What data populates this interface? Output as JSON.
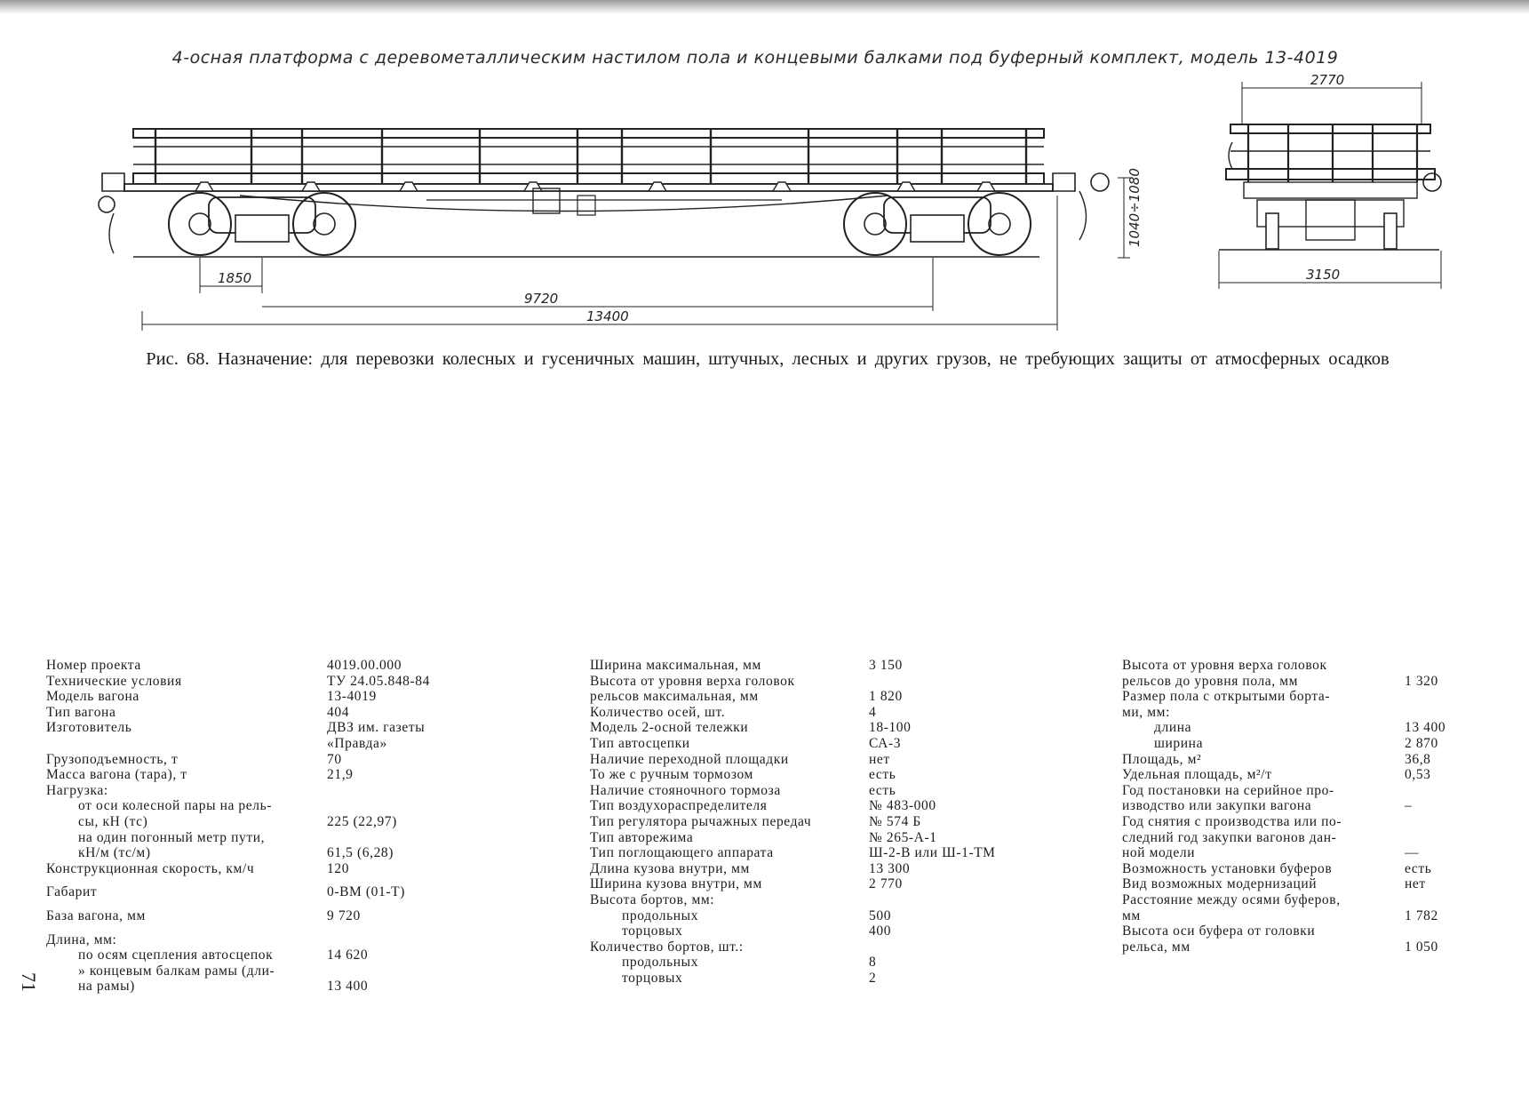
{
  "drawing": {
    "title": "4-осная платформа с деревометаллическим настилом пола и концевыми балками под буферный комплект, модель 13-4019",
    "dims": {
      "width_top": "2770",
      "height": "1040÷1080",
      "bogie_base": "1850",
      "wagon_base": "9720",
      "length": "13400",
      "width_bottom": "3150"
    }
  },
  "caption": "Рис. 68. Назначение: для перевозки колесных и гусеничных машин, штучных, лесных и других грузов, не требующих защиты от атмосферных осадков",
  "page_number": "71",
  "specs": {
    "col1": [
      {
        "label": "Номер проекта",
        "value": "4019.00.000"
      },
      {
        "label": "Технические условия",
        "value": "ТУ 24.05.848-84"
      },
      {
        "label": "Модель вагона",
        "value": "13-4019"
      },
      {
        "label": "Тип вагона",
        "value": "404"
      },
      {
        "label": "Изготовитель",
        "value": "ДВЗ им. газеты"
      },
      {
        "label": "",
        "value": "«Правда»"
      },
      {
        "label": "Грузоподъемность, т",
        "value": "70"
      },
      {
        "label": "Масса вагона (тара), т",
        "value": "21,9"
      },
      {
        "label": "Нагрузка:",
        "value": ""
      },
      {
        "label": "от оси колесной пары на рель-",
        "value": "",
        "indent": true
      },
      {
        "label": "сы, кН (тс)",
        "value": "225 (22,97)",
        "indent": true
      },
      {
        "label": "на один погонный метр пути,",
        "value": "",
        "indent": true
      },
      {
        "label": "кН/м (тс/м)",
        "value": "61,5 (6,28)",
        "indent": true
      },
      {
        "label": "Конструкционная скорость, км/ч",
        "value": "120"
      },
      {
        "label": "Габарит",
        "value": "0-ВМ (01-Т)",
        "gap": true
      },
      {
        "label": "База вагона, мм",
        "value": "9 720",
        "gap": true
      },
      {
        "label": "Длина, мм:",
        "value": "",
        "gap": true
      },
      {
        "label": "по осям сцепления автосцепок",
        "value": "14 620",
        "indent": true
      },
      {
        "label": "» концевым балкам рамы (дли-",
        "value": "",
        "indent": true
      },
      {
        "label": "на рамы)",
        "value": "13 400",
        "indent": true
      }
    ],
    "col2": [
      {
        "label": "Ширина максимальная, мм",
        "value": "3 150"
      },
      {
        "label": "Высота от уровня верха головок",
        "value": ""
      },
      {
        "label": "рельсов максимальная, мм",
        "value": "1 820"
      },
      {
        "label": "Количество осей, шт.",
        "value": "4"
      },
      {
        "label": "Модель 2-осной тележки",
        "value": "18-100"
      },
      {
        "label": "Тип автосцепки",
        "value": "СА-3"
      },
      {
        "label": "Наличие переходной площадки",
        "value": "нет"
      },
      {
        "label": "То же с ручным тормозом",
        "value": "есть"
      },
      {
        "label": "Наличие стояночного тормоза",
        "value": "есть"
      },
      {
        "label": "Тип воздухораспределителя",
        "value": "№ 483-000"
      },
      {
        "label": "Тип регулятора рычажных передач",
        "value": "№ 574 Б"
      },
      {
        "label": "Тип авторежима",
        "value": "№ 265-А-1"
      },
      {
        "label": "Тип поглощающего аппарата",
        "value": "Ш-2-В или Ш-1-ТМ"
      },
      {
        "label": "Длина кузова внутри, мм",
        "value": "13 300"
      },
      {
        "label": "Ширина кузова внутри, мм",
        "value": "2 770"
      },
      {
        "label": "Высота бортов, мм:",
        "value": ""
      },
      {
        "label": "продольных",
        "value": "500",
        "indent": true
      },
      {
        "label": "торцовых",
        "value": "400",
        "indent": true
      },
      {
        "label": "Количество бортов, шт.:",
        "value": ""
      },
      {
        "label": "продольных",
        "value": "8",
        "indent": true
      },
      {
        "label": "торцовых",
        "value": "2",
        "indent": true
      }
    ],
    "col3": [
      {
        "label": "Высота от уровня верха головок",
        "value": ""
      },
      {
        "label": "рельсов до уровня пола, мм",
        "value": "1 320"
      },
      {
        "label": "Размер пола с открытыми борта-",
        "value": ""
      },
      {
        "label": "ми, мм:",
        "value": ""
      },
      {
        "label": "длина",
        "value": "13 400",
        "indent": true
      },
      {
        "label": "ширина",
        "value": "2 870",
        "indent": true
      },
      {
        "label": "Площадь, м²",
        "value": "36,8"
      },
      {
        "label": "Удельная площадь, м²/т",
        "value": "0,53"
      },
      {
        "label": "Год постановки на серийное про-",
        "value": ""
      },
      {
        "label": "изводство или закупки вагона",
        "value": "–"
      },
      {
        "label": "Год снятия с производства или по-",
        "value": ""
      },
      {
        "label": "следний год закупки вагонов дан-",
        "value": ""
      },
      {
        "label": "ной модели",
        "value": "—"
      },
      {
        "label": "Возможность установки буферов",
        "value": "есть"
      },
      {
        "label": "Вид возможных модернизаций",
        "value": "нет"
      },
      {
        "label": "Расстояние между осями буферов,",
        "value": ""
      },
      {
        "label": "мм",
        "value": "1 782"
      },
      {
        "label": "Высота оси буфера от головки",
        "value": ""
      },
      {
        "label": "рельса, мм",
        "value": "1 050"
      }
    ]
  }
}
